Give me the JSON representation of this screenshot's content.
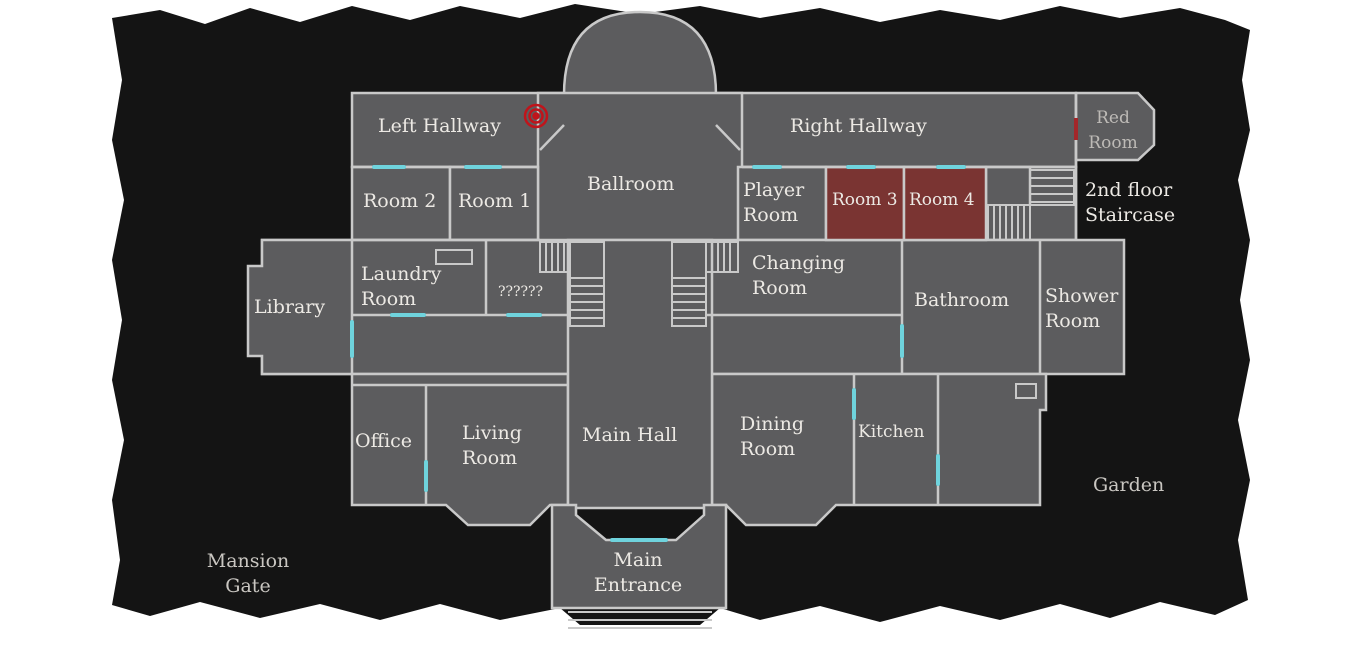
{
  "map": {
    "colors": {
      "background": "#141414",
      "frame": "#ffffff",
      "floor": "#5c5c5e",
      "wall": "#c9c9c9",
      "door": "#6fd3dd",
      "highlight_room": "#7a3432",
      "marker": "#c0141b"
    },
    "labels": {
      "left_hallway": "Left Hallway",
      "right_hallway": "Right Hallway",
      "red_room": "Red\nRoom",
      "room2": "Room 2",
      "room1": "Room 1",
      "ballroom": "Ballroom",
      "player_room": "Player\nRoom",
      "room3": "Room 3",
      "room4": "Room 4",
      "staircase": "2nd floor\nStaircase",
      "library": "Library",
      "laundry": "Laundry\nRoom",
      "unknown": "??????",
      "changing": "Changing\nRoom",
      "bathroom": "Bathroom",
      "shower": "Shower\nRoom",
      "office": "Office",
      "living": "Living\nRoom",
      "main_hall": "Main Hall",
      "dining": "Dining\nRoom",
      "kitchen": "Kitchen",
      "garden": "Garden",
      "mansion_gate": "Mansion\nGate",
      "main_entrance": "Main\nEntrance"
    },
    "icons": {
      "player_marker": "target-marker-icon"
    },
    "highlighted_rooms": [
      "Room 3",
      "Room 4"
    ]
  }
}
